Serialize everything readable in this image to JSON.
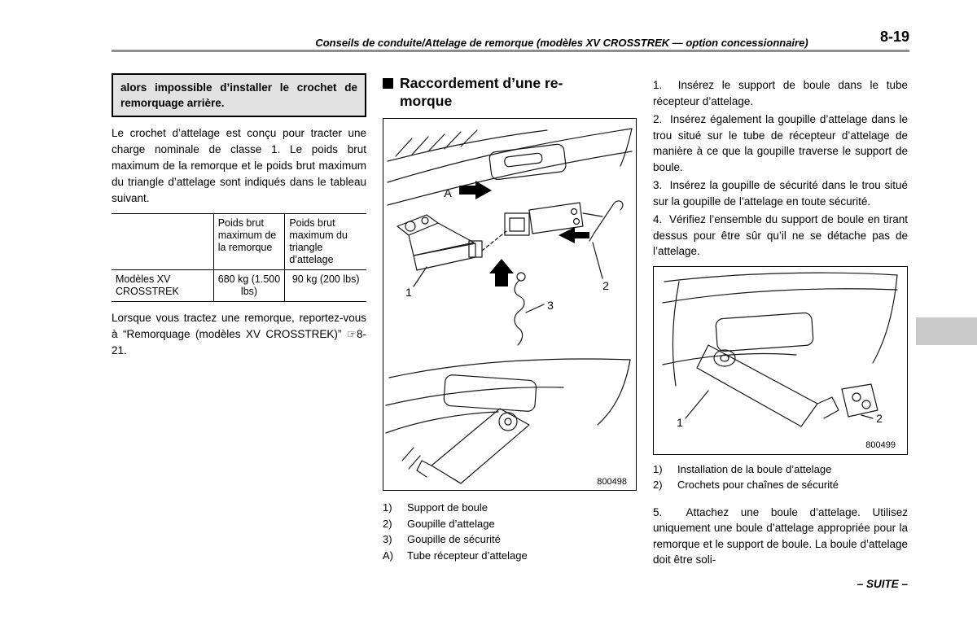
{
  "header": {
    "title": "Conseils de conduite/Attelage de remorque (modèles XV CROSSTREK — option concessionnaire)",
    "page_number": "8-19"
  },
  "left": {
    "warning_box": "alors impossible d’installer le crochet de remorquage arrière.",
    "intro": "Le crochet d’attelage est conçu pour tracter une charge nominale de classe 1. Le poids brut maximum de la remorque et le poids brut maximum du triangle d’attelage sont indiqués dans le tableau suivant.",
    "table": {
      "headers": [
        "",
        "Poids brut maximum de la remorque",
        "Poids brut maximum du triangle d’attelage"
      ],
      "rows": [
        [
          "Modèles XV CROSSTREK",
          "680 kg (1.500 lbs)",
          "90 kg (200 lbs)"
        ]
      ]
    },
    "towing_note": "Lorsque vous tractez une remorque, reportez-vous à “Remorquage (modèles XV CROSSTREK)”",
    "ref_icon": "☞",
    "ref_page": "8-21."
  },
  "middle": {
    "section_title_lines": [
      "Raccordement d’une re-",
      "morque"
    ],
    "figure": {
      "number": "800498",
      "labels": [
        "A",
        "1",
        "2",
        "3"
      ]
    },
    "legend": [
      {
        "key": "1)",
        "text": "Support de boule"
      },
      {
        "key": "2)",
        "text": "Goupille d’attelage"
      },
      {
        "key": "3)",
        "text": "Goupille de sécurité"
      },
      {
        "key": "A)",
        "text": "Tube récepteur d’attelage"
      }
    ]
  },
  "right": {
    "steps": [
      "1.  Insérez le support de boule dans le tube récepteur d’attelage.",
      "2.  Insérez également la goupille d’attelage dans le trou situé sur le tube de récepteur d’attelage de manière à ce que la goupille traverse le support de boule.",
      "3.  Insérez la goupille de sécurité dans le trou situé sur la goupille de l’attelage en toute sécurité.",
      "4.  Vérifiez l’ensemble du support de boule en tirant dessus pour être sûr qu’il ne se détache pas de l’attelage."
    ],
    "figure": {
      "number": "800499",
      "labels": [
        "1",
        "2"
      ]
    },
    "legend": [
      {
        "key": "1)",
        "text": "Installation de la boule d’attelage"
      },
      {
        "key": "2)",
        "text": "Crochets pour chaînes de sécurité"
      }
    ],
    "step5": "5.  Attachez une boule d’attelage. Utilisez uniquement une boule d’attelage appropriée pour la remorque et le support de boule. La boule d’attelage doit être soli-",
    "continuation": "– SUITE –"
  }
}
